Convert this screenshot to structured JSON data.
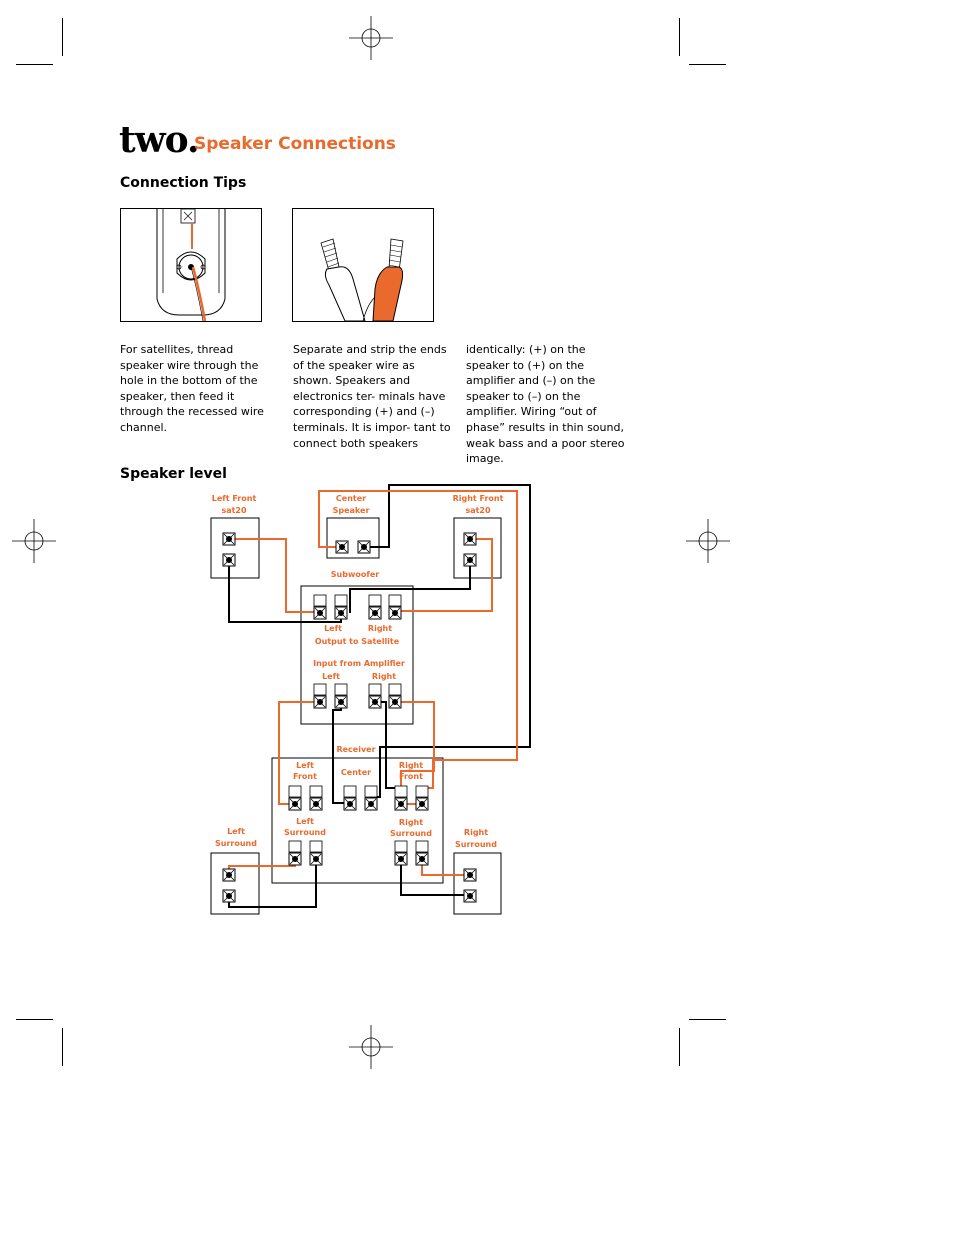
{
  "heading": {
    "chapter": "two.",
    "title": "Speaker Connections"
  },
  "sections": {
    "tips": "Connection Tips",
    "level": "Speaker level"
  },
  "figures": {
    "tip1": "satellite-speaker-wire-channel",
    "tip2": "stripped-speaker-wires"
  },
  "paragraphs": {
    "col1": "For satellites, thread speaker wire through the hole in the bottom of the speaker, then feed it through the recessed wire channel.",
    "col2": "Separate and strip the ends of the speaker wire as shown. Speakers and electronics ter- minals have corresponding (+) and (–) terminals. It is impor- tant to connect both speakers",
    "col3": "identically: (+) on the speaker to (+) on the amplifier and (–) on the speaker to (–) on the amplifier. Wiring “out of phase” results in thin sound, weak bass and a poor stereo image."
  },
  "diagram": {
    "left_front": [
      "Left Front",
      "sat20"
    ],
    "center_speaker": [
      "Center",
      "Speaker"
    ],
    "right_front": [
      "Right Front",
      "sat20"
    ],
    "subwoofer": "Subwoofer",
    "sub_left": "Left",
    "sub_right": "Right",
    "output_to_satellite": "Output to Satellite",
    "input_from_amplifier": "Input from Amplifier",
    "in_left": "Left",
    "in_right": "Right",
    "receiver": "Receiver",
    "rcv_left_front": [
      "Left",
      "Front"
    ],
    "rcv_center": "Center",
    "rcv_right_front": [
      "Right",
      "Front"
    ],
    "rcv_left_surround": [
      "Left",
      "Surround"
    ],
    "rcv_right_surround": [
      "Right",
      "Surround"
    ],
    "left_surround": [
      "Left",
      "Surround"
    ],
    "right_surround": [
      "Right",
      "Surround"
    ]
  },
  "colors": {
    "accent": "#ea6a2d",
    "wire_black": "#000000",
    "wire_orange": "#ea6a2d"
  }
}
